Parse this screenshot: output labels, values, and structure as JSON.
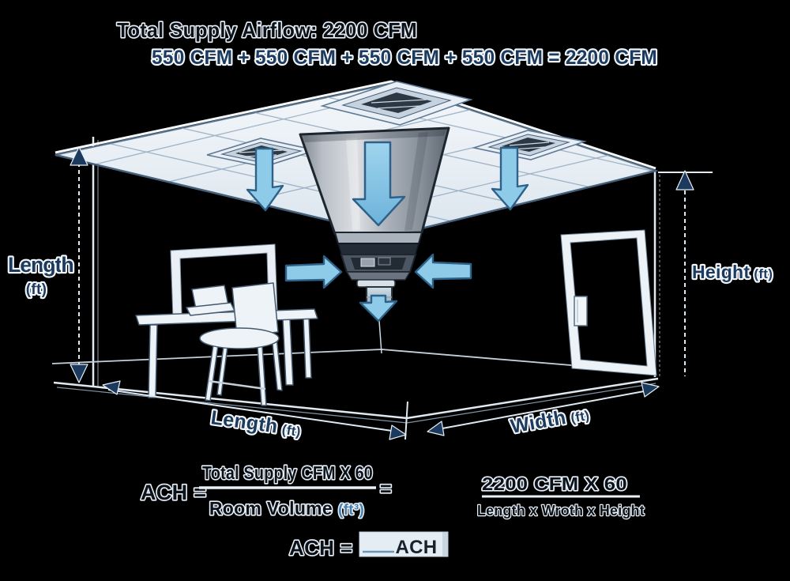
{
  "title_line1": "Total Supply Airflow: 2200 CFM",
  "title_line2": "550 CFM + 550 CFM + 550 CFM + 550 CFM = 2200 CFM",
  "airflow": {
    "total_cfm": 2200,
    "diffuser_cfm": [
      550,
      550,
      550,
      550
    ]
  },
  "dimensions": {
    "left_label": "Length",
    "left_unit": "(ft)",
    "right_label": "Height",
    "right_unit": "(ft)",
    "bottom_left_label": "Length",
    "bottom_left_unit": "(ft)",
    "bottom_right_label": "Width",
    "bottom_right_unit": "(ft)"
  },
  "formula": {
    "lhs": "ACH =",
    "fraction1": {
      "numerator": "Total Supply CFM X 60",
      "denominator": "Room Volume",
      "denominator_unit": "(ft³)"
    },
    "equals": "=",
    "fraction2": {
      "numerator": "2200 CFM X 60",
      "denominator": "Length x Wroth x Height"
    },
    "result": {
      "label": "ACH =",
      "value": "ACH"
    }
  },
  "icons": {
    "airflow-down-arrow": "block arrow pointing down (supply air)",
    "airflow-inward-arrow": "block arrow pointing sideways into unit",
    "dimension-arrowhead": "solid navy triangle on measurement line"
  },
  "colors": {
    "background": "#000000",
    "navy_text": "#1c3a5e",
    "outline_text": "#e8eff6",
    "line_light": "#dfe9f2",
    "arrow_fill": "#8ecbe9",
    "arrow_stroke": "#2e618a",
    "unit_gray": "#9aa2ab",
    "result_box_bg": "#e4edf4"
  }
}
